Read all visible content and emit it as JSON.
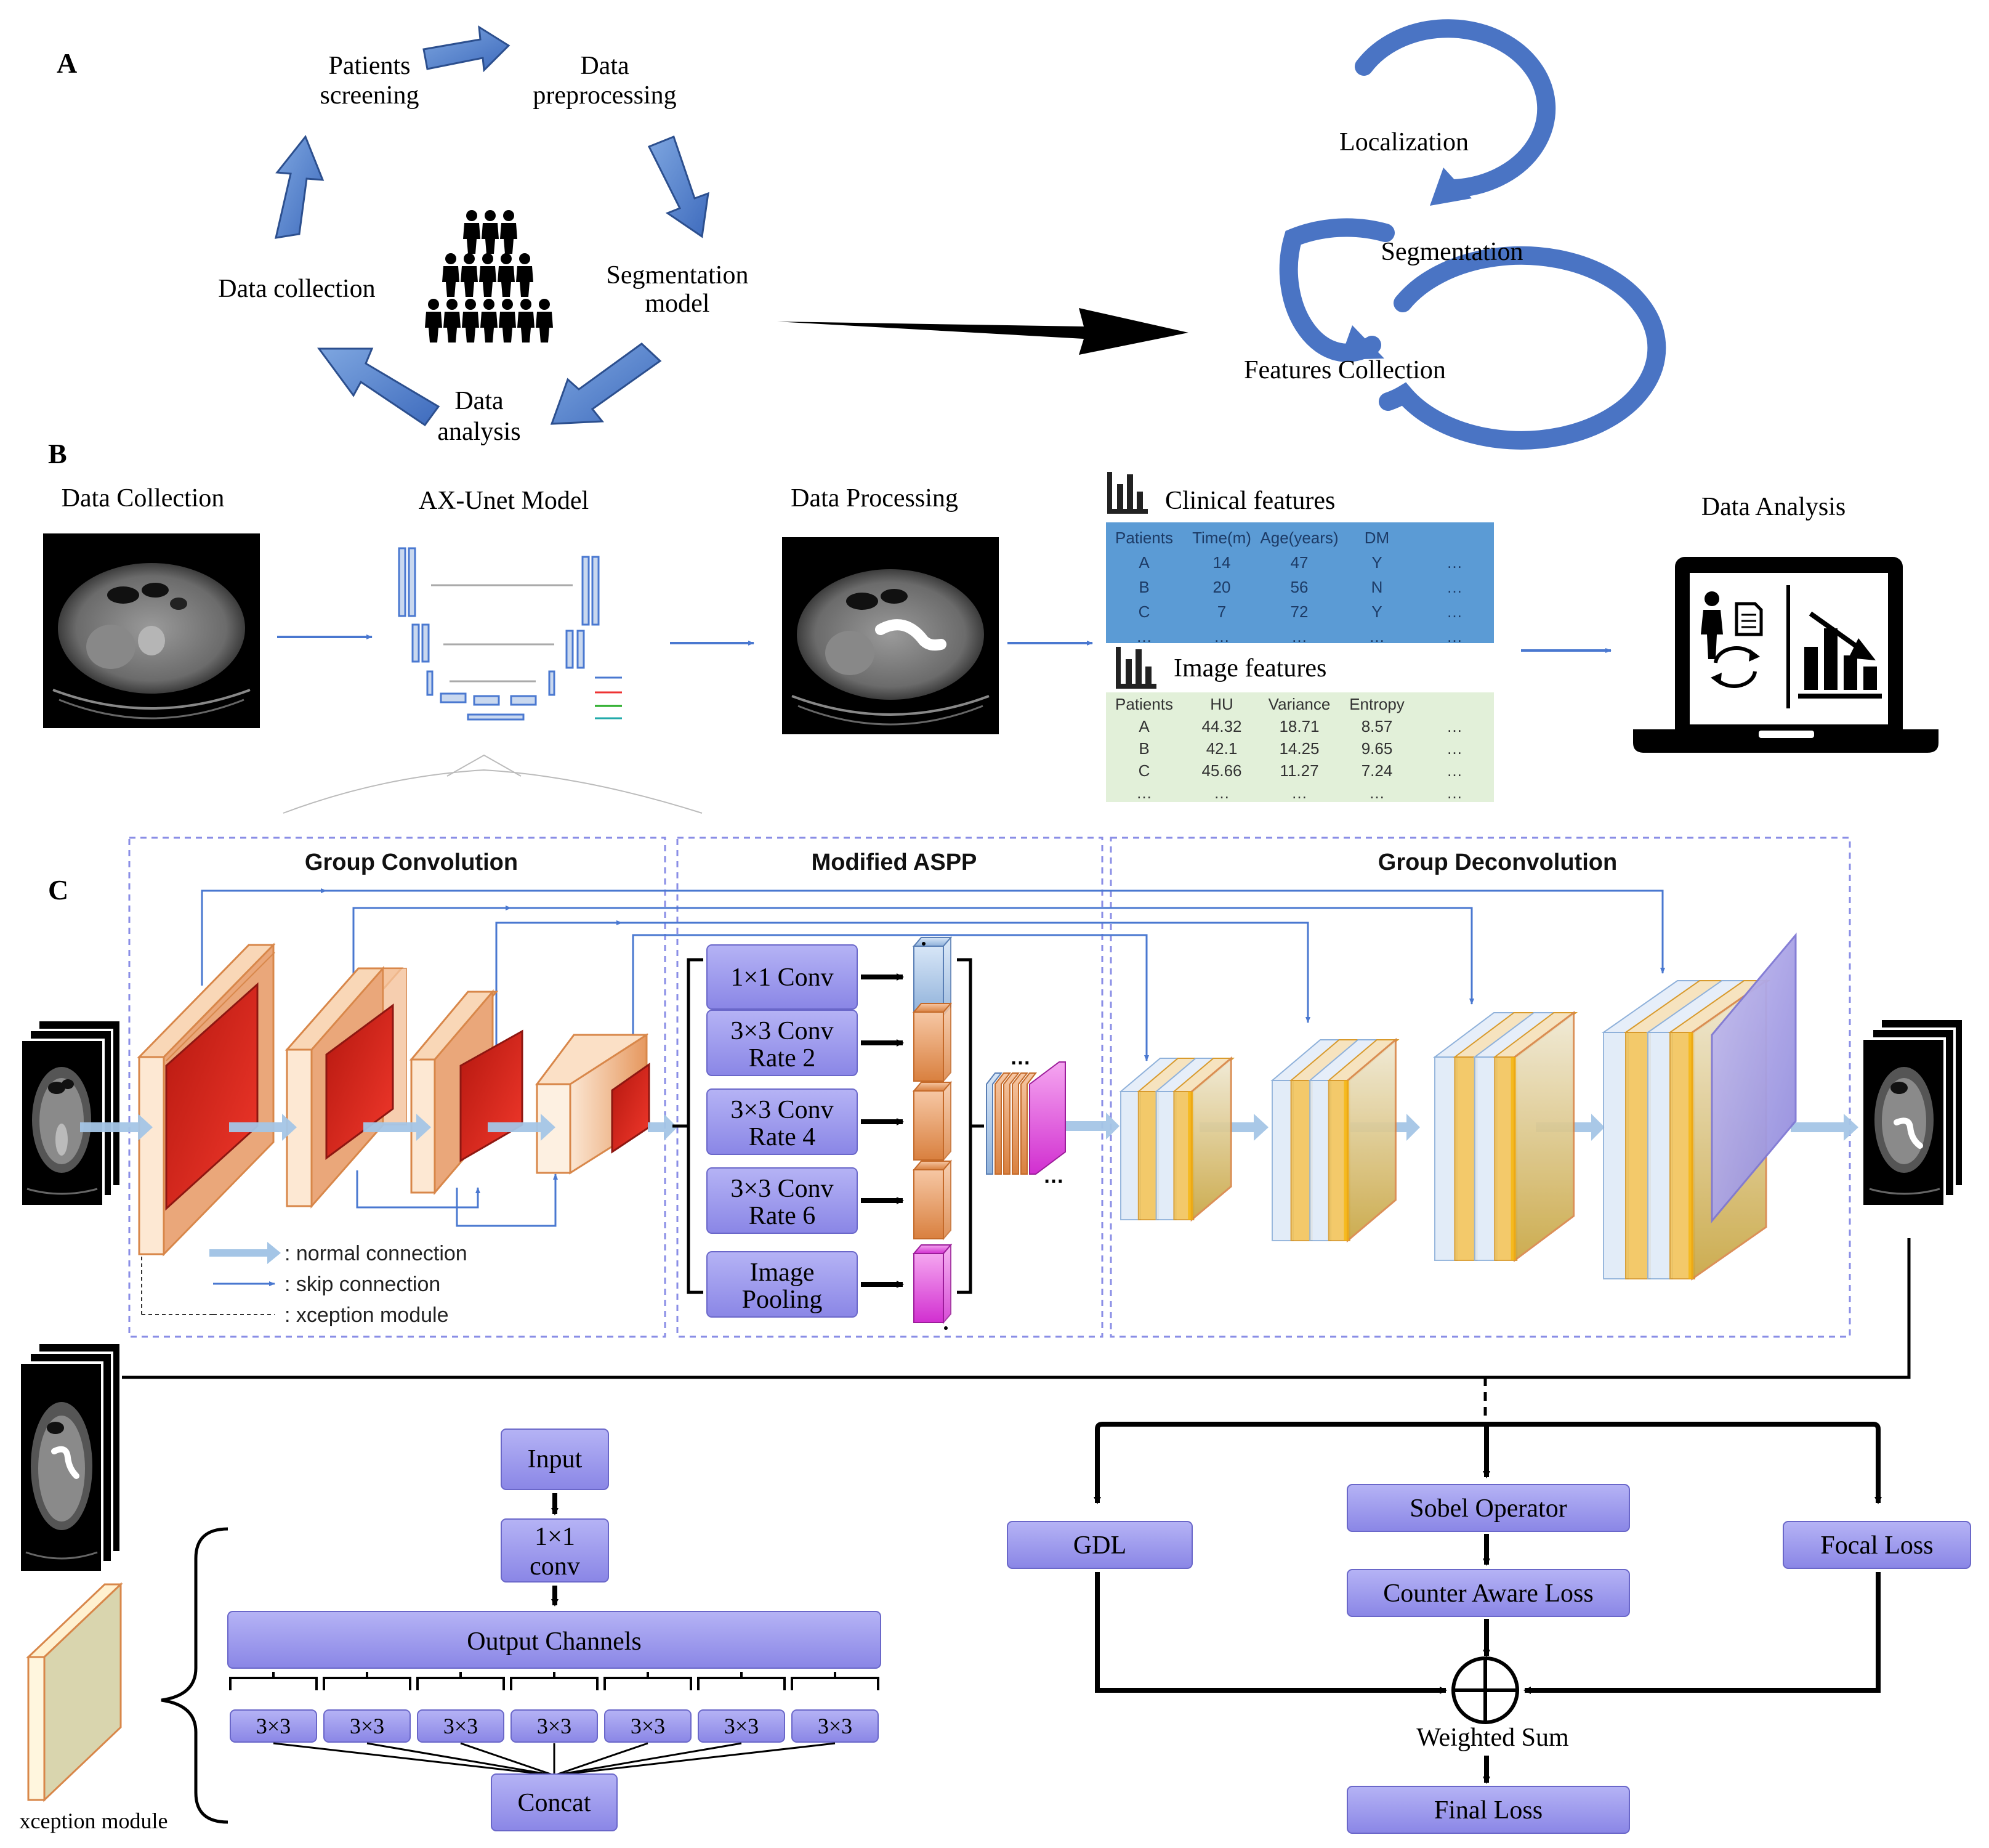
{
  "panel_labels": {
    "a": "A",
    "b": "B",
    "c": "C"
  },
  "cycle": {
    "patients_screening": [
      "Patients",
      "screening"
    ],
    "data_preprocessing": [
      "Data",
      "preprocessing"
    ],
    "segmentation_model": [
      "Segmentation",
      "model"
    ],
    "data_analysis": [
      "Data",
      "analysis"
    ],
    "data_collection": "Data collection"
  },
  "spiral": {
    "localization": "Localization",
    "segmentation": "Segmentation",
    "features_collection": "Features Collection"
  },
  "pipeline": {
    "data_collection": "Data Collection",
    "ax_unet_model": "AX-Unet Model",
    "data_processing": "Data Processing",
    "data_analysis": "Data Analysis"
  },
  "clinical_table": {
    "title": "Clinical features",
    "headers": [
      "Patients",
      "Time(m)",
      "Age(years)",
      "DM",
      ""
    ],
    "rows": [
      [
        "A",
        "14",
        "47",
        "Y",
        "…"
      ],
      [
        "B",
        "20",
        "56",
        "N",
        "…"
      ],
      [
        "C",
        "7",
        "72",
        "Y",
        "…"
      ],
      [
        "…",
        "…",
        "…",
        "…",
        "…"
      ]
    ]
  },
  "image_table": {
    "title": "Image features",
    "headers": [
      "Patients",
      "HU",
      "Variance",
      "Entropy",
      ""
    ],
    "rows": [
      [
        "A",
        "44.32",
        "18.71",
        "8.57",
        "…"
      ],
      [
        "B",
        "42.1",
        "14.25",
        "9.65",
        "…"
      ],
      [
        "C",
        "45.66",
        "11.27",
        "7.24",
        "…"
      ],
      [
        "…",
        "…",
        "…",
        "…",
        "…"
      ]
    ]
  },
  "sections": {
    "group_conv": "Group Convolution",
    "aspp": "Modified ASPP",
    "group_deconv": "Group Deconvolution"
  },
  "aspp_boxes": [
    [
      "1×1 Conv"
    ],
    [
      "3×3 Conv",
      "Rate 2"
    ],
    [
      "3×3 Conv",
      "Rate 4"
    ],
    [
      "3×3 Conv",
      "Rate 6"
    ],
    [
      "Image",
      "Pooling"
    ]
  ],
  "legend": {
    "normal": ": normal connection",
    "skip": ": skip connection",
    "xception": ": xception module"
  },
  "xception": {
    "input": "Input",
    "conv1x1": [
      "1×1",
      "conv"
    ],
    "output_channels": "Output Channels",
    "conv3x3": "3×3",
    "concat": "Concat",
    "module_label": "xception module"
  },
  "loss": {
    "gdl": "GDL",
    "sobel": "Sobel Operator",
    "counter_aware": "Counter Aware Loss",
    "focal": "Focal Loss",
    "weighted_sum": "Weighted Sum",
    "final": "Final Loss"
  },
  "colors": {
    "cycle_arrow": "#4f80c9",
    "spiral": "#4a74c4",
    "clinical_bg": "#5b9bd5",
    "image_bg": "#e2f0d9",
    "purple_box": "#9b98ee",
    "red_face": "#e3261c",
    "dashed": "#8a8ee6"
  }
}
